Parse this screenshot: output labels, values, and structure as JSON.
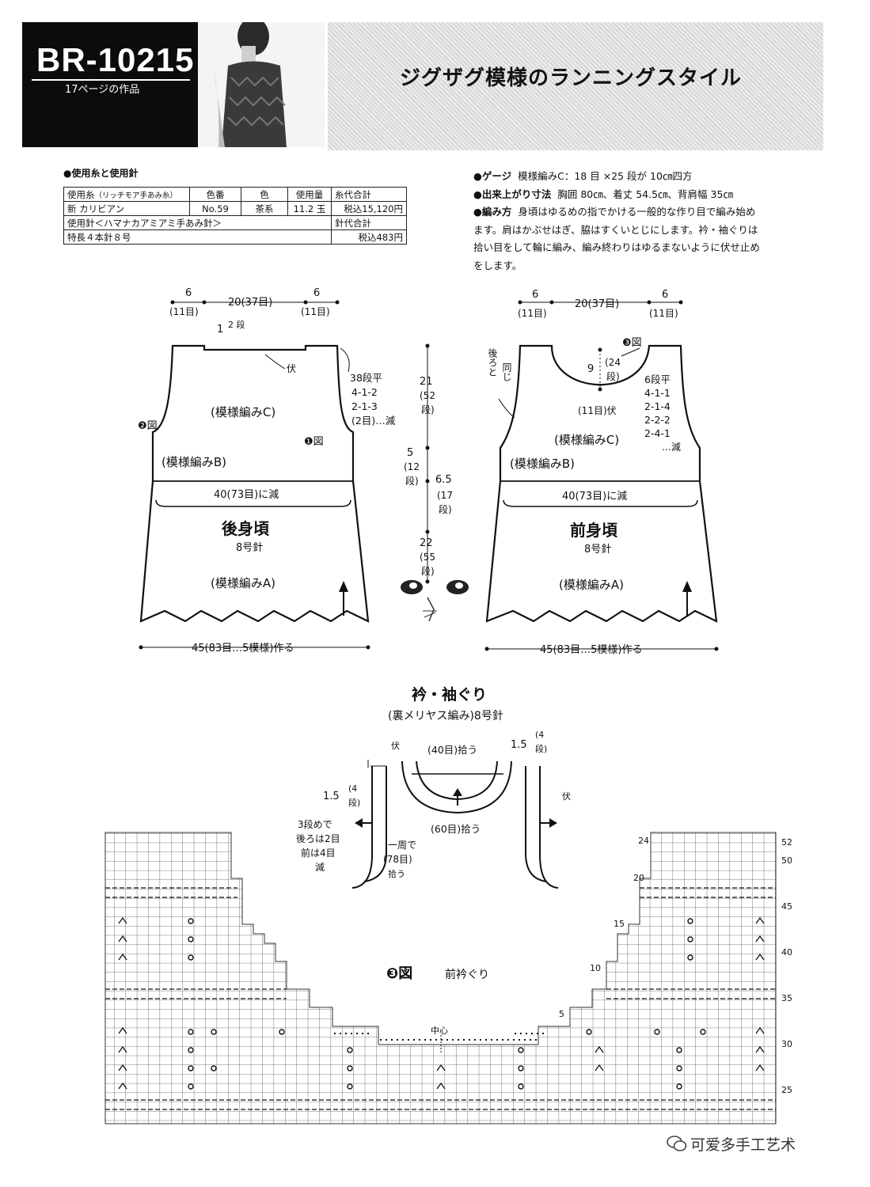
{
  "header": {
    "code": "BR-10215",
    "subtitle": "17ページの作品",
    "title": "ジグザグ模様のランニングスタイル"
  },
  "yarn": {
    "heading": "●使用糸と使用針",
    "head": [
      "使用糸",
      "（リッチモア手あみ糸）",
      "色番",
      "色",
      "使用量",
      "糸代合計"
    ],
    "row1": [
      "新 カリビアン",
      "No.59",
      "茶系",
      "11.2 玉",
      "税込15,120円"
    ],
    "row2": [
      "使用針＜ハマナカアミアミ手あみ針＞",
      "針代合計"
    ],
    "row3": [
      "特長４本針８号",
      "税込483円"
    ]
  },
  "notes": {
    "gauge_label": "●ゲージ",
    "gauge": "模様編みC：18 目 ×25 段が 10㎝四方",
    "size_label": "●出来上がり寸法",
    "size": "胸囲 80㎝、着丈 54.5㎝、背肩幅 35㎝",
    "method_label": "●編み方",
    "method1": "身頃はゆるめの指でかける一般的な作り目で編み始め",
    "method2": "ます。肩はかぶせはぎ、脇はすくいとじにします。衿・袖ぐりは",
    "method3": "拾い目をして輪に編み、編み終わりはゆるまないように伏せ止め",
    "method4": "をします。"
  },
  "back": {
    "top_left": "6",
    "top_left_st": "(11目)",
    "top_mid": "20(37目)",
    "top_right": "6",
    "top_right_st": "(11目)",
    "neck_1": "1",
    "neck_rows": "2\n段",
    "bind": "伏",
    "dec1": "38段平",
    "dec2": "4-1-2",
    "dec3": "2-1-3",
    "dec4": "(2目)…減",
    "fig2": "❷図",
    "fig1": "❶図",
    "patC": "(模様編みC)",
    "patB": "(模様編みB)",
    "dec_to": "40(73目)に減",
    "name": "後身頃",
    "needle": "8号針",
    "patA": "(模様編みA)",
    "bottom": "45(83目…5模様)作る"
  },
  "middle": {
    "m1": "21",
    "m1b": "(52",
    "m1c": "段)",
    "m2": "5",
    "m2b": "(12",
    "m2c": "段)",
    "m3": "6.5",
    "m3b": "(17",
    "m3c": "段)",
    "m4": "22",
    "m4b": "(55",
    "m4c": "段)"
  },
  "front": {
    "top_left": "6",
    "top_left_st": "(11目)",
    "top_mid": "20(37目)",
    "top_right": "6",
    "top_right_st": "(11目)",
    "same1": "後ろと",
    "same2": "同じ",
    "fig3": "❸図",
    "depth": "9",
    "depth_rows1": "(24",
    "depth_rows2": "段)",
    "center_bind": "(11目)伏",
    "dec1": "6段平",
    "dec2": "4-1-1",
    "dec3": "2-1-4",
    "dec4": "2-2-2",
    "dec5": "2-4-1",
    "dec6": "…減",
    "patC": "(模様編みC)",
    "patB": "(模様編みB)",
    "dec_to": "40(73目)に減",
    "name": "前身頃",
    "needle": "8号針",
    "patA": "(模様編みA)",
    "bottom": "45(83目…5模様)作る"
  },
  "edging": {
    "title": "衿・袖ぐり",
    "subtitle": "(裏メリヤス編み)8号針",
    "bind": "伏",
    "neck_pick": "(40目)拾う",
    "r1": "1.5",
    "r1b": "(4",
    "r1c": "段)",
    "l1": "1.5",
    "l1b": "(4",
    "l1c": "段)",
    "bind_right": "伏",
    "front_pick": "(60目)拾う",
    "note1": "3段めで",
    "note2": "後ろは2目",
    "note3": "前は4目",
    "note4": "減",
    "round1": "一周で",
    "round2": "(78目)",
    "round3": "拾う"
  },
  "chart": {
    "label": "❸図",
    "label_sub": "前衿ぐり",
    "center": "中心",
    "col_marks": [
      "24",
      "20",
      "15",
      "10",
      "5"
    ],
    "row_marks": [
      "52",
      "50",
      "45",
      "40",
      "35",
      "30",
      "25"
    ]
  },
  "watermark": "可爱多手工艺术"
}
